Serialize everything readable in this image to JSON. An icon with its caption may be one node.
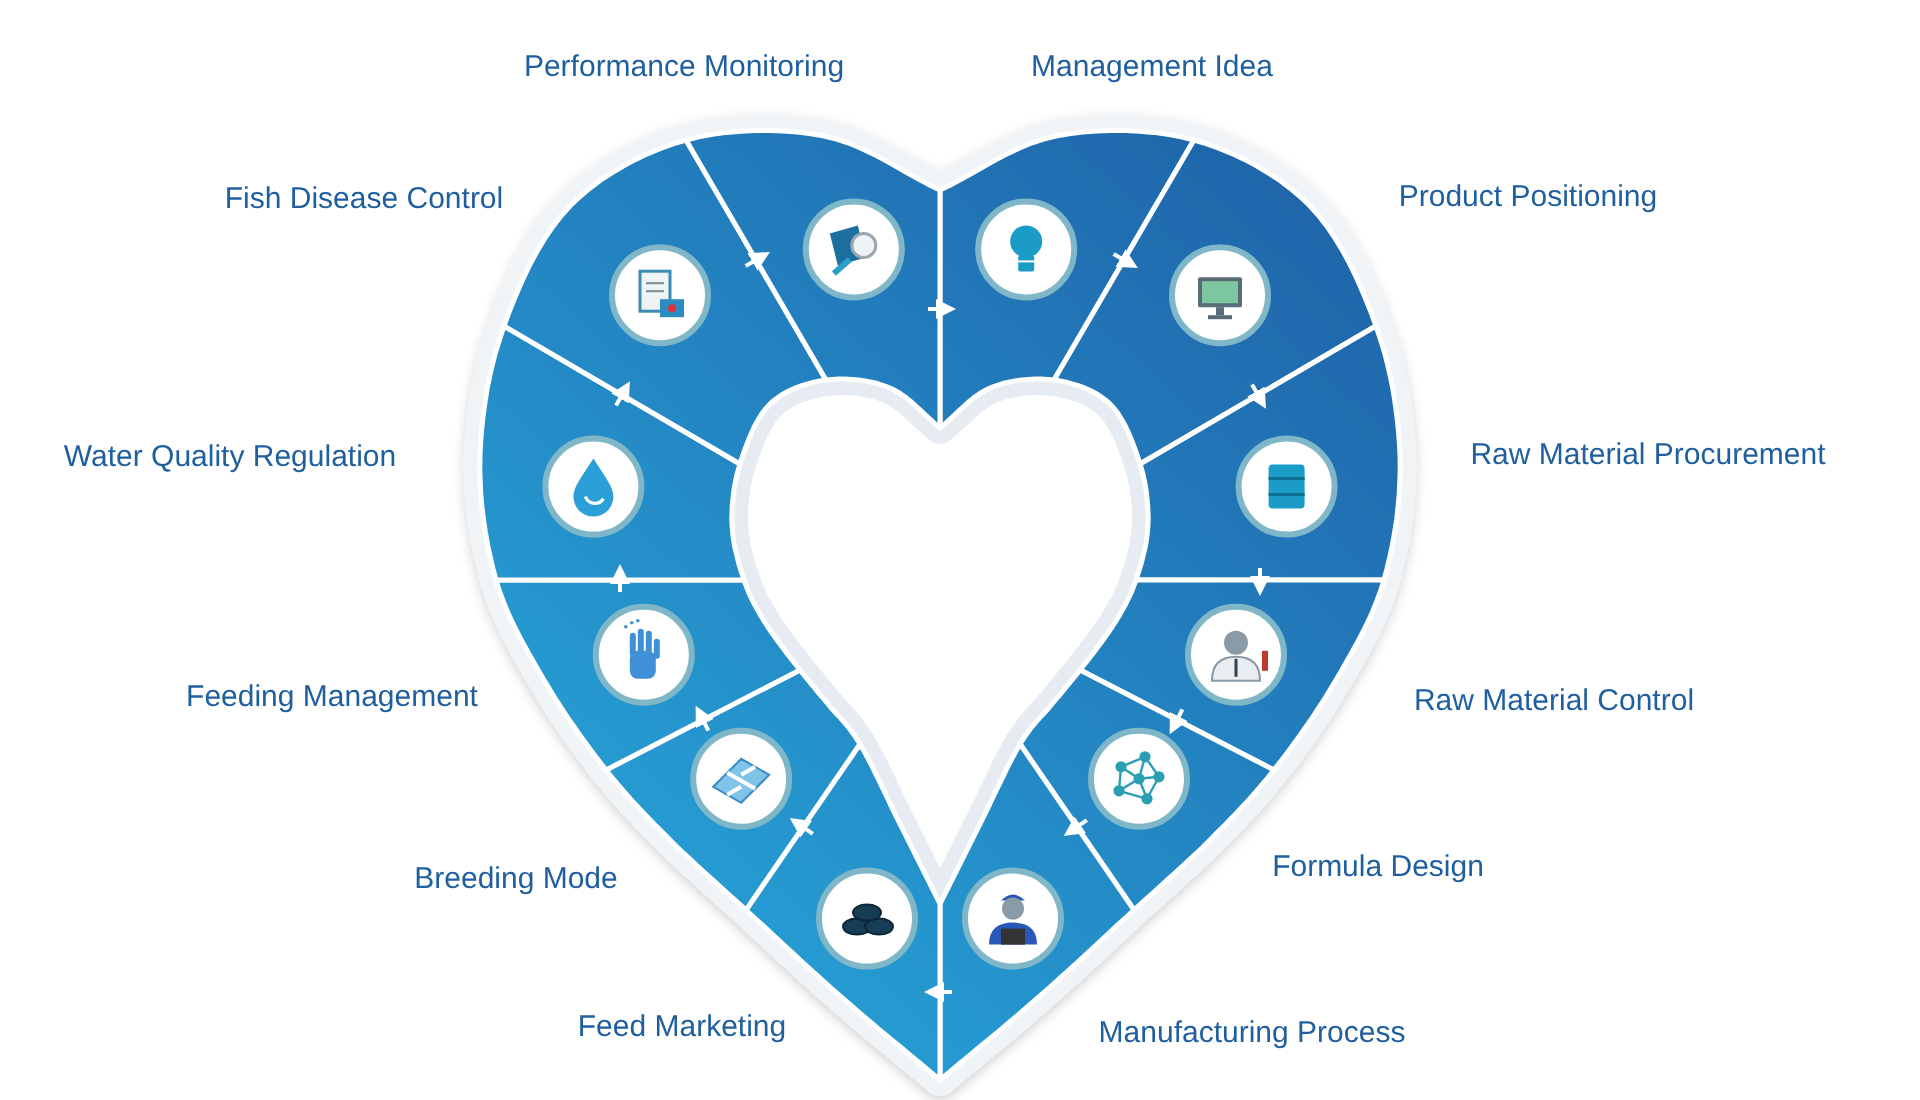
{
  "diagram": {
    "nodes": [
      {
        "text": [],
        "shape": "picture",
        "beside": [
          "Management Idea"
        ]
      },
      {
        "text": [],
        "shape": "picture",
        "beside": [
          "Product Positioning"
        ]
      },
      {
        "text": [],
        "shape": "picture",
        "beside": [
          "Raw Material Procurement"
        ]
      },
      {
        "text": [],
        "shape": "picture",
        "beside": [
          "Raw Material Control"
        ]
      },
      {
        "text": [],
        "shape": "picture",
        "beside": [
          "Formula Design"
        ]
      },
      {
        "text": [],
        "shape": "picture",
        "beside": [
          "Manufacturing Process"
        ]
      },
      {
        "text": [],
        "shape": "picture",
        "beside": [
          "Feed Marketing"
        ]
      },
      {
        "text": [],
        "shape": "picture",
        "beside": [
          "Breeding Mode"
        ]
      },
      {
        "text": [],
        "shape": "picture",
        "beside": [
          "Feeding Management"
        ]
      },
      {
        "text": [],
        "shape": "picture",
        "beside": [
          "Water Quality Regulation"
        ]
      },
      {
        "text": [],
        "shape": "picture",
        "beside": [
          "Fish Disease Control"
        ]
      },
      {
        "text": [],
        "shape": "picture",
        "beside": [
          "Performance Monitoring"
        ]
      }
    ],
    "edges": [
      {
        "from": 0,
        "to": 1,
        "arrow": "to"
      },
      {
        "from": 1,
        "to": 2,
        "arrow": "to"
      },
      {
        "from": 2,
        "to": 3,
        "arrow": "to"
      },
      {
        "from": 3,
        "to": 4,
        "arrow": "to"
      },
      {
        "from": 4,
        "to": 5,
        "arrow": "to"
      },
      {
        "from": 5,
        "to": 6,
        "arrow": "to"
      },
      {
        "from": 6,
        "to": 7,
        "arrow": "to"
      },
      {
        "from": 7,
        "to": 8,
        "arrow": "to"
      },
      {
        "from": 8,
        "to": 9,
        "arrow": "to"
      },
      {
        "from": 9,
        "to": 10,
        "arrow": "to"
      },
      {
        "from": 10,
        "to": 11,
        "arrow": "to"
      },
      {
        "from": 11,
        "to": 0,
        "arrow": "to"
      }
    ]
  }
}
